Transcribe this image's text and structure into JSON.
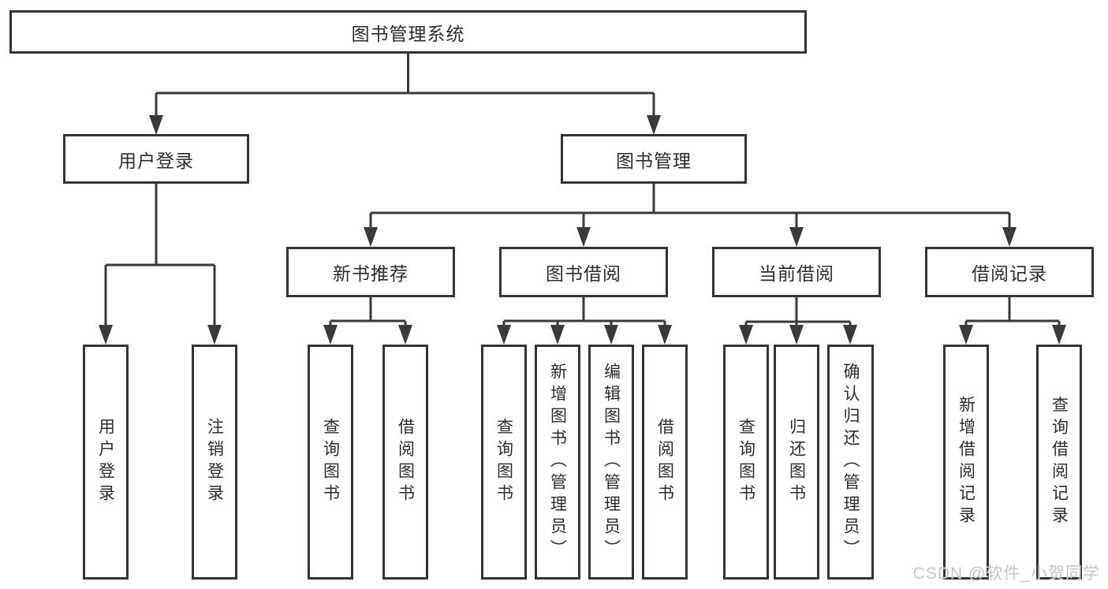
{
  "diagram": {
    "root": {
      "label": "图书管理系统",
      "children": [
        {
          "label": "用户登录",
          "children": [
            {
              "label": "用户登录"
            },
            {
              "label": "注销登录"
            }
          ]
        },
        {
          "label": "图书管理",
          "children": [
            {
              "label": "新书推荐",
              "children": [
                {
                  "label": "查询图书"
                },
                {
                  "label": "借阅图书"
                }
              ]
            },
            {
              "label": "图书借阅",
              "children": [
                {
                  "label": "查询图书"
                },
                {
                  "label": "新增图书（管理员）"
                },
                {
                  "label": "编辑图书（管理员）"
                },
                {
                  "label": "借阅图书"
                }
              ]
            },
            {
              "label": "当前借阅",
              "children": [
                {
                  "label": "查询图书"
                },
                {
                  "label": "归还图书"
                },
                {
                  "label": "确认归还（管理员）"
                }
              ]
            },
            {
              "label": "借阅记录",
              "children": [
                {
                  "label": "新增借阅记录"
                },
                {
                  "label": "查询借阅记录"
                }
              ]
            }
          ]
        }
      ]
    },
    "line_color": "#3a3a3a",
    "box_border_color": "#343434",
    "text_color": "#2b2d30"
  },
  "watermark": {
    "text": "CSDN @软件_小贺同学"
  }
}
